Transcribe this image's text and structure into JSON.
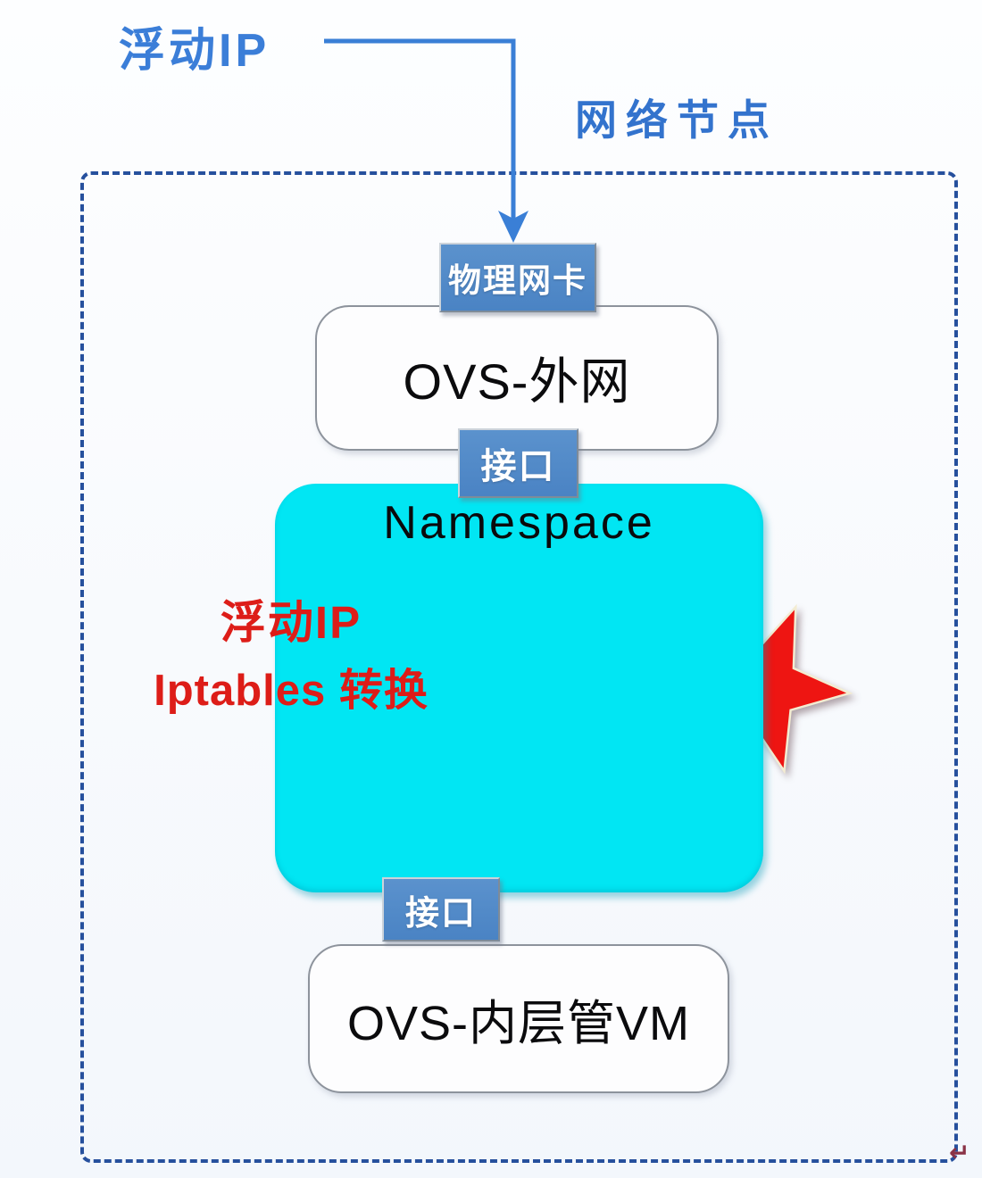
{
  "labels": {
    "floating_ip_top": "浮动IP",
    "network_node": "网络节点",
    "physical_nic": "物理网卡",
    "ovs_external": "OVS-外网",
    "interface_top": "接口",
    "namespace": "Namespace",
    "note_line1": "浮动IP",
    "note_line2": "Iptables 转换",
    "interface_bottom": "接口",
    "ovs_inner_vm": "OVS-内层管VM",
    "return_mark": "↵"
  },
  "colors": {
    "label_blue": "#3b7ed8",
    "chip_blue": "#4d87c7",
    "dashed_border_blue": "#26509d",
    "namespace_cyan": "#01e6f3",
    "note_red": "#dd1d18",
    "star_red": "#ee1512",
    "flow_dash_red": "#9f2f1f",
    "arrow_blue": "#3a7fd6"
  }
}
